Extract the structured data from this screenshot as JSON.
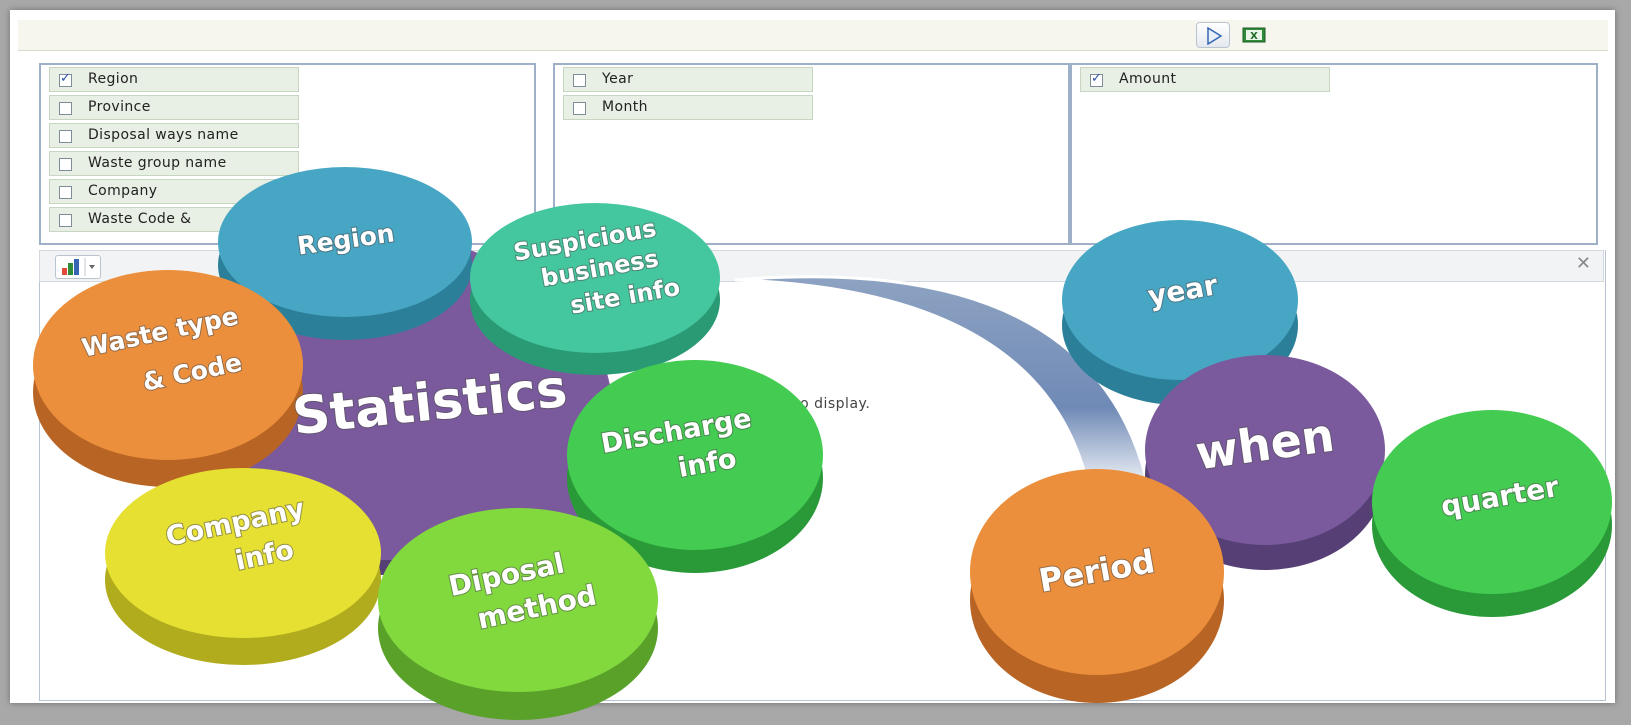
{
  "toolbar": {
    "run_icon": "play-triangle-icon",
    "export_icon": "excel-export-icon"
  },
  "rows_pane": {
    "fields": [
      {
        "label": "Region",
        "checked": true
      },
      {
        "label": "Province",
        "checked": false
      },
      {
        "label": "Disposal ways name",
        "checked": false
      },
      {
        "label": "Waste group name",
        "checked": false
      },
      {
        "label": "Company",
        "checked": false
      },
      {
        "label": "Waste Code &",
        "checked": false
      }
    ]
  },
  "columns_pane": {
    "fields": [
      {
        "label": "Year",
        "checked": false
      },
      {
        "label": "Month",
        "checked": false
      }
    ]
  },
  "values_pane": {
    "fields": [
      {
        "label": "Amount",
        "checked": true
      }
    ]
  },
  "chart_panel": {
    "type_icon": "bar-chart-icon",
    "close_label": "✕",
    "no_data_text": "ata to display."
  },
  "statistics_diagram": {
    "center": "Statistics",
    "petals": {
      "region": "Region",
      "suspicious_1": "Suspicious",
      "suspicious_2": "business",
      "suspicious_3": "site info",
      "discharge_1": "Discharge",
      "discharge_2": "info",
      "diposal_1": "Diposal",
      "diposal_2": "method",
      "company_1": "Company",
      "company_2": "info",
      "waste_1": "Waste type",
      "waste_2": "& Code"
    }
  },
  "period_diagram": {
    "center": "when",
    "year": "year",
    "quarter": "quarter",
    "period": "Period"
  },
  "colors": {
    "blue": "#3a9fc0",
    "teal": "#3cc99c",
    "green": "#42c94f",
    "lime": "#7ed63a",
    "yellow": "#e4df2e",
    "orange": "#ec8f3c",
    "purple": "#7a5a9c"
  }
}
